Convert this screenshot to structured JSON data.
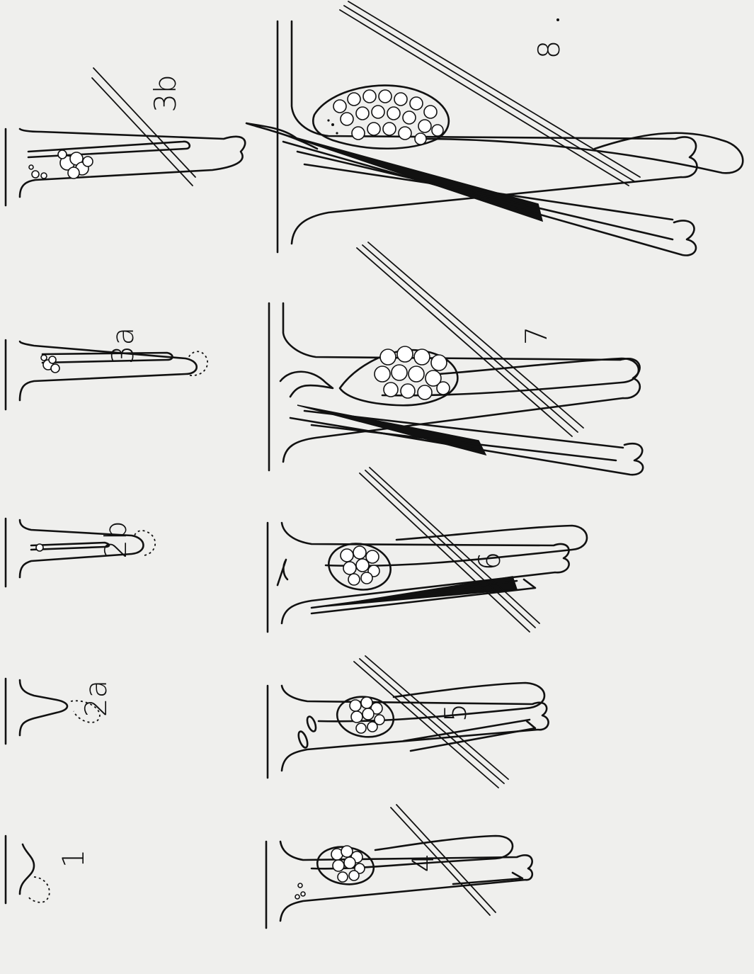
{
  "stage_labels": [
    "1",
    "2a",
    "2b",
    "3a",
    "3b",
    "4",
    "5",
    "6",
    "7",
    "8"
  ]
}
